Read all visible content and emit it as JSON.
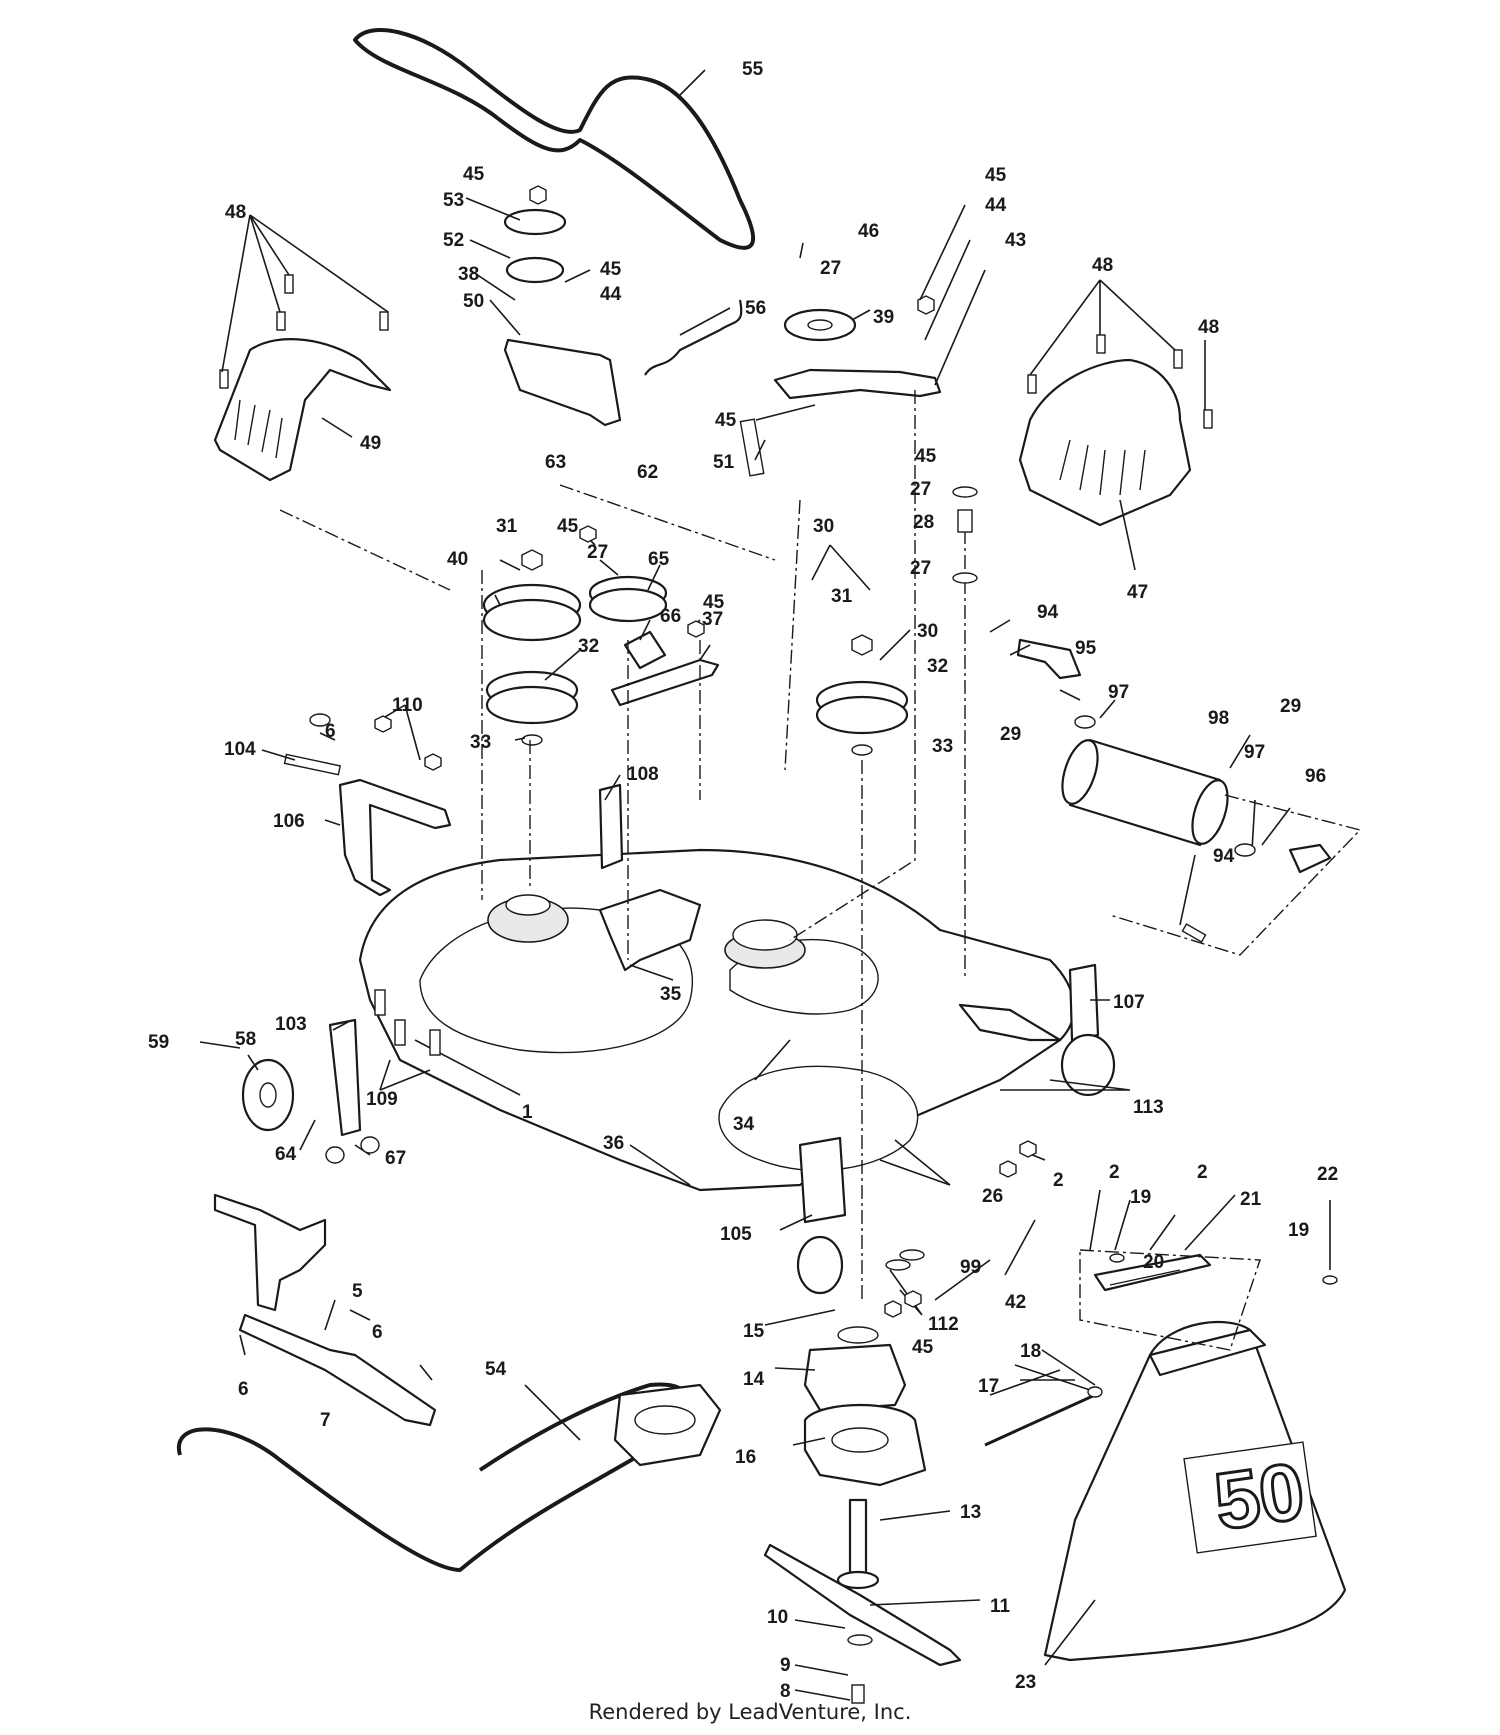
{
  "diagram": {
    "footer": "Rendered by LeadVenture, Inc.",
    "watermark": "LEADVENTURE",
    "deck_size_decal": "50",
    "callouts": [
      {
        "id": "c1",
        "text": "1"
      },
      {
        "id": "c2a",
        "text": "2"
      },
      {
        "id": "c2b",
        "text": "2"
      },
      {
        "id": "c2c",
        "text": "2"
      },
      {
        "id": "c5",
        "text": "5"
      },
      {
        "id": "c6a",
        "text": "6"
      },
      {
        "id": "c6b",
        "text": "6"
      },
      {
        "id": "c6c",
        "text": "6"
      },
      {
        "id": "c7",
        "text": "7"
      },
      {
        "id": "c8",
        "text": "8"
      },
      {
        "id": "c9",
        "text": "9"
      },
      {
        "id": "c10",
        "text": "10"
      },
      {
        "id": "c11",
        "text": "11"
      },
      {
        "id": "c13",
        "text": "13"
      },
      {
        "id": "c14",
        "text": "14"
      },
      {
        "id": "c15",
        "text": "15"
      },
      {
        "id": "c16",
        "text": "16"
      },
      {
        "id": "c17",
        "text": "17"
      },
      {
        "id": "c18",
        "text": "18"
      },
      {
        "id": "c19a",
        "text": "19"
      },
      {
        "id": "c19b",
        "text": "19"
      },
      {
        "id": "c20",
        "text": "20"
      },
      {
        "id": "c21",
        "text": "21"
      },
      {
        "id": "c22",
        "text": "22"
      },
      {
        "id": "c23",
        "text": "23"
      },
      {
        "id": "c26",
        "text": "26"
      },
      {
        "id": "c27a",
        "text": "27"
      },
      {
        "id": "c27b",
        "text": "27"
      },
      {
        "id": "c27c",
        "text": "27"
      },
      {
        "id": "c27d",
        "text": "27"
      },
      {
        "id": "c28",
        "text": "28"
      },
      {
        "id": "c29a",
        "text": "29"
      },
      {
        "id": "c29b",
        "text": "29"
      },
      {
        "id": "c30a",
        "text": "30"
      },
      {
        "id": "c30b",
        "text": "30"
      },
      {
        "id": "c31a",
        "text": "31"
      },
      {
        "id": "c31b",
        "text": "31"
      },
      {
        "id": "c32a",
        "text": "32"
      },
      {
        "id": "c32b",
        "text": "32"
      },
      {
        "id": "c33a",
        "text": "33"
      },
      {
        "id": "c33b",
        "text": "33"
      },
      {
        "id": "c34",
        "text": "34"
      },
      {
        "id": "c35",
        "text": "35"
      },
      {
        "id": "c36",
        "text": "36"
      },
      {
        "id": "c37",
        "text": "37"
      },
      {
        "id": "c38",
        "text": "38"
      },
      {
        "id": "c39",
        "text": "39"
      },
      {
        "id": "c40",
        "text": "40"
      },
      {
        "id": "c42",
        "text": "42"
      },
      {
        "id": "c43",
        "text": "43"
      },
      {
        "id": "c44a",
        "text": "44"
      },
      {
        "id": "c44b",
        "text": "44"
      },
      {
        "id": "c45a",
        "text": "45"
      },
      {
        "id": "c45b",
        "text": "45"
      },
      {
        "id": "c45c",
        "text": "45"
      },
      {
        "id": "c45d",
        "text": "45"
      },
      {
        "id": "c45e",
        "text": "45"
      },
      {
        "id": "c45f",
        "text": "45"
      },
      {
        "id": "c45g",
        "text": "45"
      },
      {
        "id": "c45h",
        "text": "45"
      },
      {
        "id": "c46",
        "text": "46"
      },
      {
        "id": "c47",
        "text": "47"
      },
      {
        "id": "c48a",
        "text": "48"
      },
      {
        "id": "c48b",
        "text": "48"
      },
      {
        "id": "c48c",
        "text": "48"
      },
      {
        "id": "c49",
        "text": "49"
      },
      {
        "id": "c50",
        "text": "50"
      },
      {
        "id": "c51",
        "text": "51"
      },
      {
        "id": "c52",
        "text": "52"
      },
      {
        "id": "c53",
        "text": "53"
      },
      {
        "id": "c54",
        "text": "54"
      },
      {
        "id": "c55",
        "text": "55"
      },
      {
        "id": "c56",
        "text": "56"
      },
      {
        "id": "c58",
        "text": "58"
      },
      {
        "id": "c59",
        "text": "59"
      },
      {
        "id": "c62",
        "text": "62"
      },
      {
        "id": "c63",
        "text": "63"
      },
      {
        "id": "c64",
        "text": "64"
      },
      {
        "id": "c65",
        "text": "65"
      },
      {
        "id": "c66",
        "text": "66"
      },
      {
        "id": "c67",
        "text": "67"
      },
      {
        "id": "c94a",
        "text": "94"
      },
      {
        "id": "c94b",
        "text": "94"
      },
      {
        "id": "c95",
        "text": "95"
      },
      {
        "id": "c96",
        "text": "96"
      },
      {
        "id": "c97a",
        "text": "97"
      },
      {
        "id": "c97b",
        "text": "97"
      },
      {
        "id": "c98",
        "text": "98"
      },
      {
        "id": "c99",
        "text": "99"
      },
      {
        "id": "c103",
        "text": "103"
      },
      {
        "id": "c104",
        "text": "104"
      },
      {
        "id": "c105",
        "text": "105"
      },
      {
        "id": "c106",
        "text": "106"
      },
      {
        "id": "c107",
        "text": "107"
      },
      {
        "id": "c108",
        "text": "108"
      },
      {
        "id": "c109",
        "text": "109"
      },
      {
        "id": "c110",
        "text": "110"
      },
      {
        "id": "c112",
        "text": "112"
      },
      {
        "id": "c113",
        "text": "113"
      }
    ]
  }
}
